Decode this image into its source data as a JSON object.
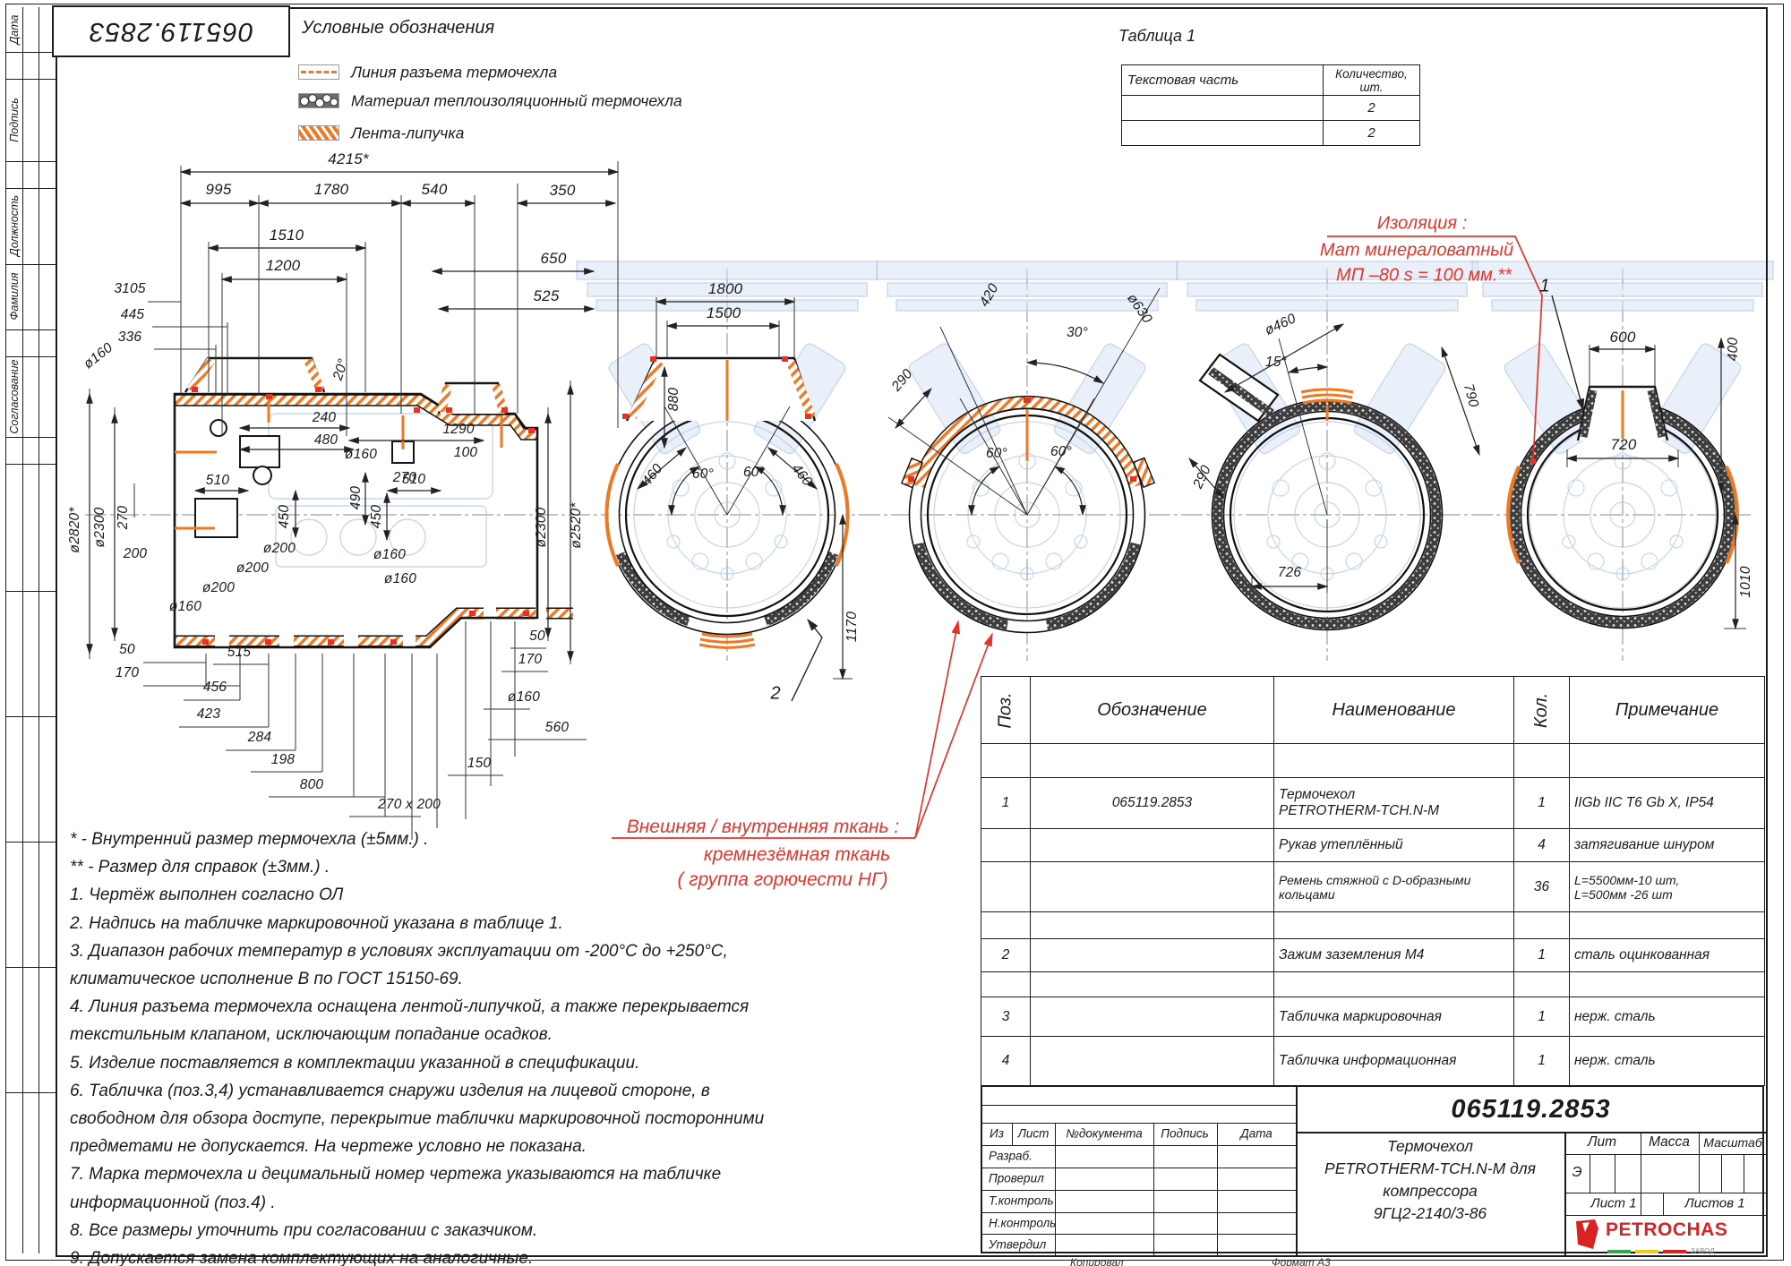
{
  "colors": {
    "accent_orange": "#f07822",
    "annotation_red": "#e5352b",
    "ghost_blue": "#a8c0e0",
    "line_black": "#1b1b1b"
  },
  "frame": {
    "doc_number_rotated": "065119.2853",
    "left_labels": [
      "Дата",
      "Подпись",
      "Должность",
      "Фамилия",
      "Согласование"
    ],
    "footer_copy": "Копировал",
    "footer_format": "Формат А3"
  },
  "legend": {
    "title": "Условные обозначения",
    "items": [
      "Линия разъема термочехла",
      "Материал теплоизоляционный термочехла",
      "Лента-липучка"
    ]
  },
  "table1": {
    "title": "Таблица 1",
    "headers": [
      "Текстовая часть",
      "Количество, шт."
    ],
    "rows": [
      "2",
      "2"
    ]
  },
  "red_notes": {
    "insulation": [
      "Изоляция :",
      "Мат минераловатный",
      "МП –80 s = 100 мм.**"
    ],
    "fabric": [
      "Внешняя / внутренняя ткань :",
      "кремнезёмная ткань",
      "( группа горючести НГ)"
    ]
  },
  "callouts": {
    "pos1": "1",
    "pos2": "2"
  },
  "dims": {
    "side_top": [
      "4215*",
      "995",
      "1780",
      "540",
      "350",
      "1510",
      "1200",
      "650",
      "525"
    ],
    "side_left": [
      "3105",
      "445",
      "336",
      "ø160",
      "ø2820*",
      "ø2300",
      "270",
      "200"
    ],
    "side_mid": [
      "20°",
      "240",
      "480",
      "ø160",
      "1290",
      "100",
      "510",
      "270",
      "510",
      "450",
      "490",
      "450"
    ],
    "side_holes": [
      "ø200",
      "ø200",
      "ø200",
      "ø160",
      "ø160",
      "ø160"
    ],
    "side_right": [
      "ø2300",
      "ø2520*"
    ],
    "side_bottom": [
      "50",
      "170",
      "515",
      "456",
      "423",
      "284",
      "198",
      "800",
      "270 x 200",
      "50",
      "170",
      "ø160",
      "560",
      "150"
    ],
    "view_a": [
      "1800",
      "1500",
      "880",
      "460",
      "60°",
      "60°",
      "460",
      "1170"
    ],
    "view_b": [
      "420",
      "30°",
      "ø630",
      "290",
      "60°",
      "60°"
    ],
    "view_c": [
      "ø460",
      "15°",
      "790",
      "290",
      "726"
    ],
    "view_d": [
      "600",
      "400",
      "720",
      "1010"
    ]
  },
  "notes": {
    "lines": [
      "* - Внутренний размер термочехла   (±5мм.)  .",
      "** - Размер для справок   (±3мм.)  .",
      "1. Чертёж выполнен согласно ОЛ",
      "2. Надпись на табличке маркировочной указана в таблице 1.",
      "3. Диапазон рабочих температур в условиях эксплуатации от -200°С до +250°С,",
      "климатическое исполнение В по ГОСТ 15150-69.",
      "4. Линия разъема термочехла оснащена лентой-липучкой, а также перекрывается",
      "текстильным клапаном, исключающим попадание осадков.",
      "5. Изделие поставляется в комплектации указанной в спецификации.",
      "6. Табличка  (поз.3,4)   устанавливается снаружи изделия на лицевой стороне, в",
      "свободном для обзора доступе, перекрытие таблички маркировочной посторонними",
      "предметами не допускается.  На чертеже условно не показана.",
      "7. Марка термочехла и децимальный номер чертежа указываются на табличке",
      "информационной  (поз.4)  .",
      "8. Все размеры уточнить при согласовании с заказчиком.",
      "9. Допускается замена комплектующих на аналогичные."
    ]
  },
  "spec_table": {
    "headers": [
      "Поз.",
      "Обозначение",
      "Наименование",
      "Кол.",
      "Примечание"
    ],
    "rows": [
      {
        "pos": "",
        "designation": "",
        "name": "",
        "qty": "",
        "note": ""
      },
      {
        "pos": "1",
        "designation": "065119.2853",
        "name": "Термочехол\nPETROTHERM-TCH.N-M",
        "qty": "1",
        "note": "IIGb IIC T6 Gb X, IP54"
      },
      {
        "pos": "",
        "designation": "",
        "name": "Рукав утеплённый",
        "qty": "4",
        "note": "затягивание шнуром"
      },
      {
        "pos": "",
        "designation": "",
        "name": "Ремень стяжной с D-образными\nкольцами",
        "qty": "36",
        "note": "L=5500мм-10  шт,\nL=500мм -26  шт"
      },
      {
        "pos": "",
        "designation": "",
        "name": "",
        "qty": "",
        "note": ""
      },
      {
        "pos": "2",
        "designation": "",
        "name": "Зажим заземления М4",
        "qty": "1",
        "note": "сталь оцинкованная"
      },
      {
        "pos": "",
        "designation": "",
        "name": "",
        "qty": "",
        "note": ""
      },
      {
        "pos": "3",
        "designation": "",
        "name": "Табличка маркировочная",
        "qty": "1",
        "note": "нерж. сталь"
      },
      {
        "pos": "4",
        "designation": "",
        "name": "Табличка информационная",
        "qty": "1",
        "note": "нерж. сталь"
      }
    ]
  },
  "title_block": {
    "doc_number": "065119.2853",
    "header_cells": [
      "Из",
      "Лист",
      "№документа",
      "Подпись",
      "Дата"
    ],
    "left_rows": [
      "Разраб.",
      "Проверил",
      "Т.контроль",
      "Н.контроль",
      "Утвердил"
    ],
    "product_title": "Термочехол\nPETROTHERM-TCH.N-M для\nкомпрессора\n9ГЦ2-2140/3-86",
    "lit_label": "Лит",
    "mass_label": "Масса",
    "scale_label": "Масштаб",
    "lit_value": "Э",
    "sheet_label": "Лист 1",
    "sheets_label": "Листов  1",
    "logo": {
      "name": "PETROCHAS",
      "sub": "ЗАВОД"
    }
  }
}
